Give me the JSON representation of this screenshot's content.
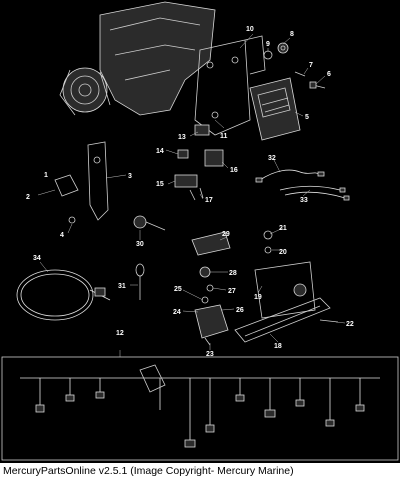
{
  "footer": {
    "caption": "MercuryPartsOnline v2.5.1 (Image Copyright- Mercury Marine)"
  },
  "callouts": [
    "1",
    "2",
    "3",
    "4",
    "5",
    "6",
    "7",
    "8",
    "9",
    "10",
    "11",
    "12",
    "13",
    "14",
    "15",
    "16",
    "17",
    "18",
    "19",
    "20",
    "21",
    "22",
    "23",
    "24",
    "25",
    "26",
    "27",
    "28",
    "29",
    "30",
    "31",
    "32",
    "33",
    "34"
  ],
  "colors": {
    "background": "#000000",
    "line_art": "#d8d8d8",
    "footer_bg": "#ffffff",
    "footer_text": "#000000"
  }
}
